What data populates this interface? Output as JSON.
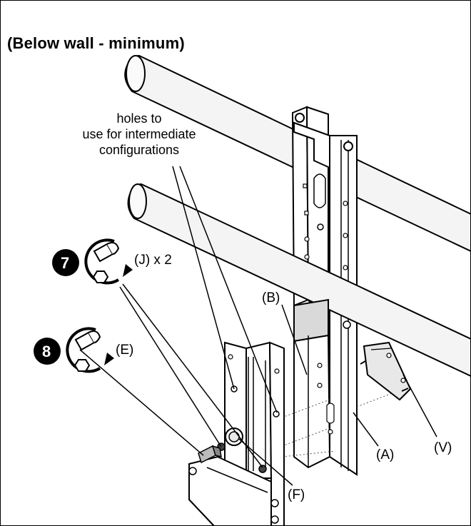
{
  "title": "(Below wall - minimum)",
  "note": {
    "line1": "holes to",
    "line2": "use for intermediate",
    "line3": "configurations"
  },
  "steps": [
    {
      "number": "7",
      "icon": "wrench-tighten-icon",
      "label": "(J) x 2"
    },
    {
      "number": "8",
      "icon": "wrench-tighten-icon",
      "label": "(E)"
    }
  ],
  "parts": {
    "A": "(A)",
    "B": "(B)",
    "F": "(F)",
    "V": "(V)"
  },
  "colors": {
    "line": "#000000",
    "fill": "#ffffff",
    "pipe": "#f2f2f2",
    "shade": "#d9d9d9"
  }
}
